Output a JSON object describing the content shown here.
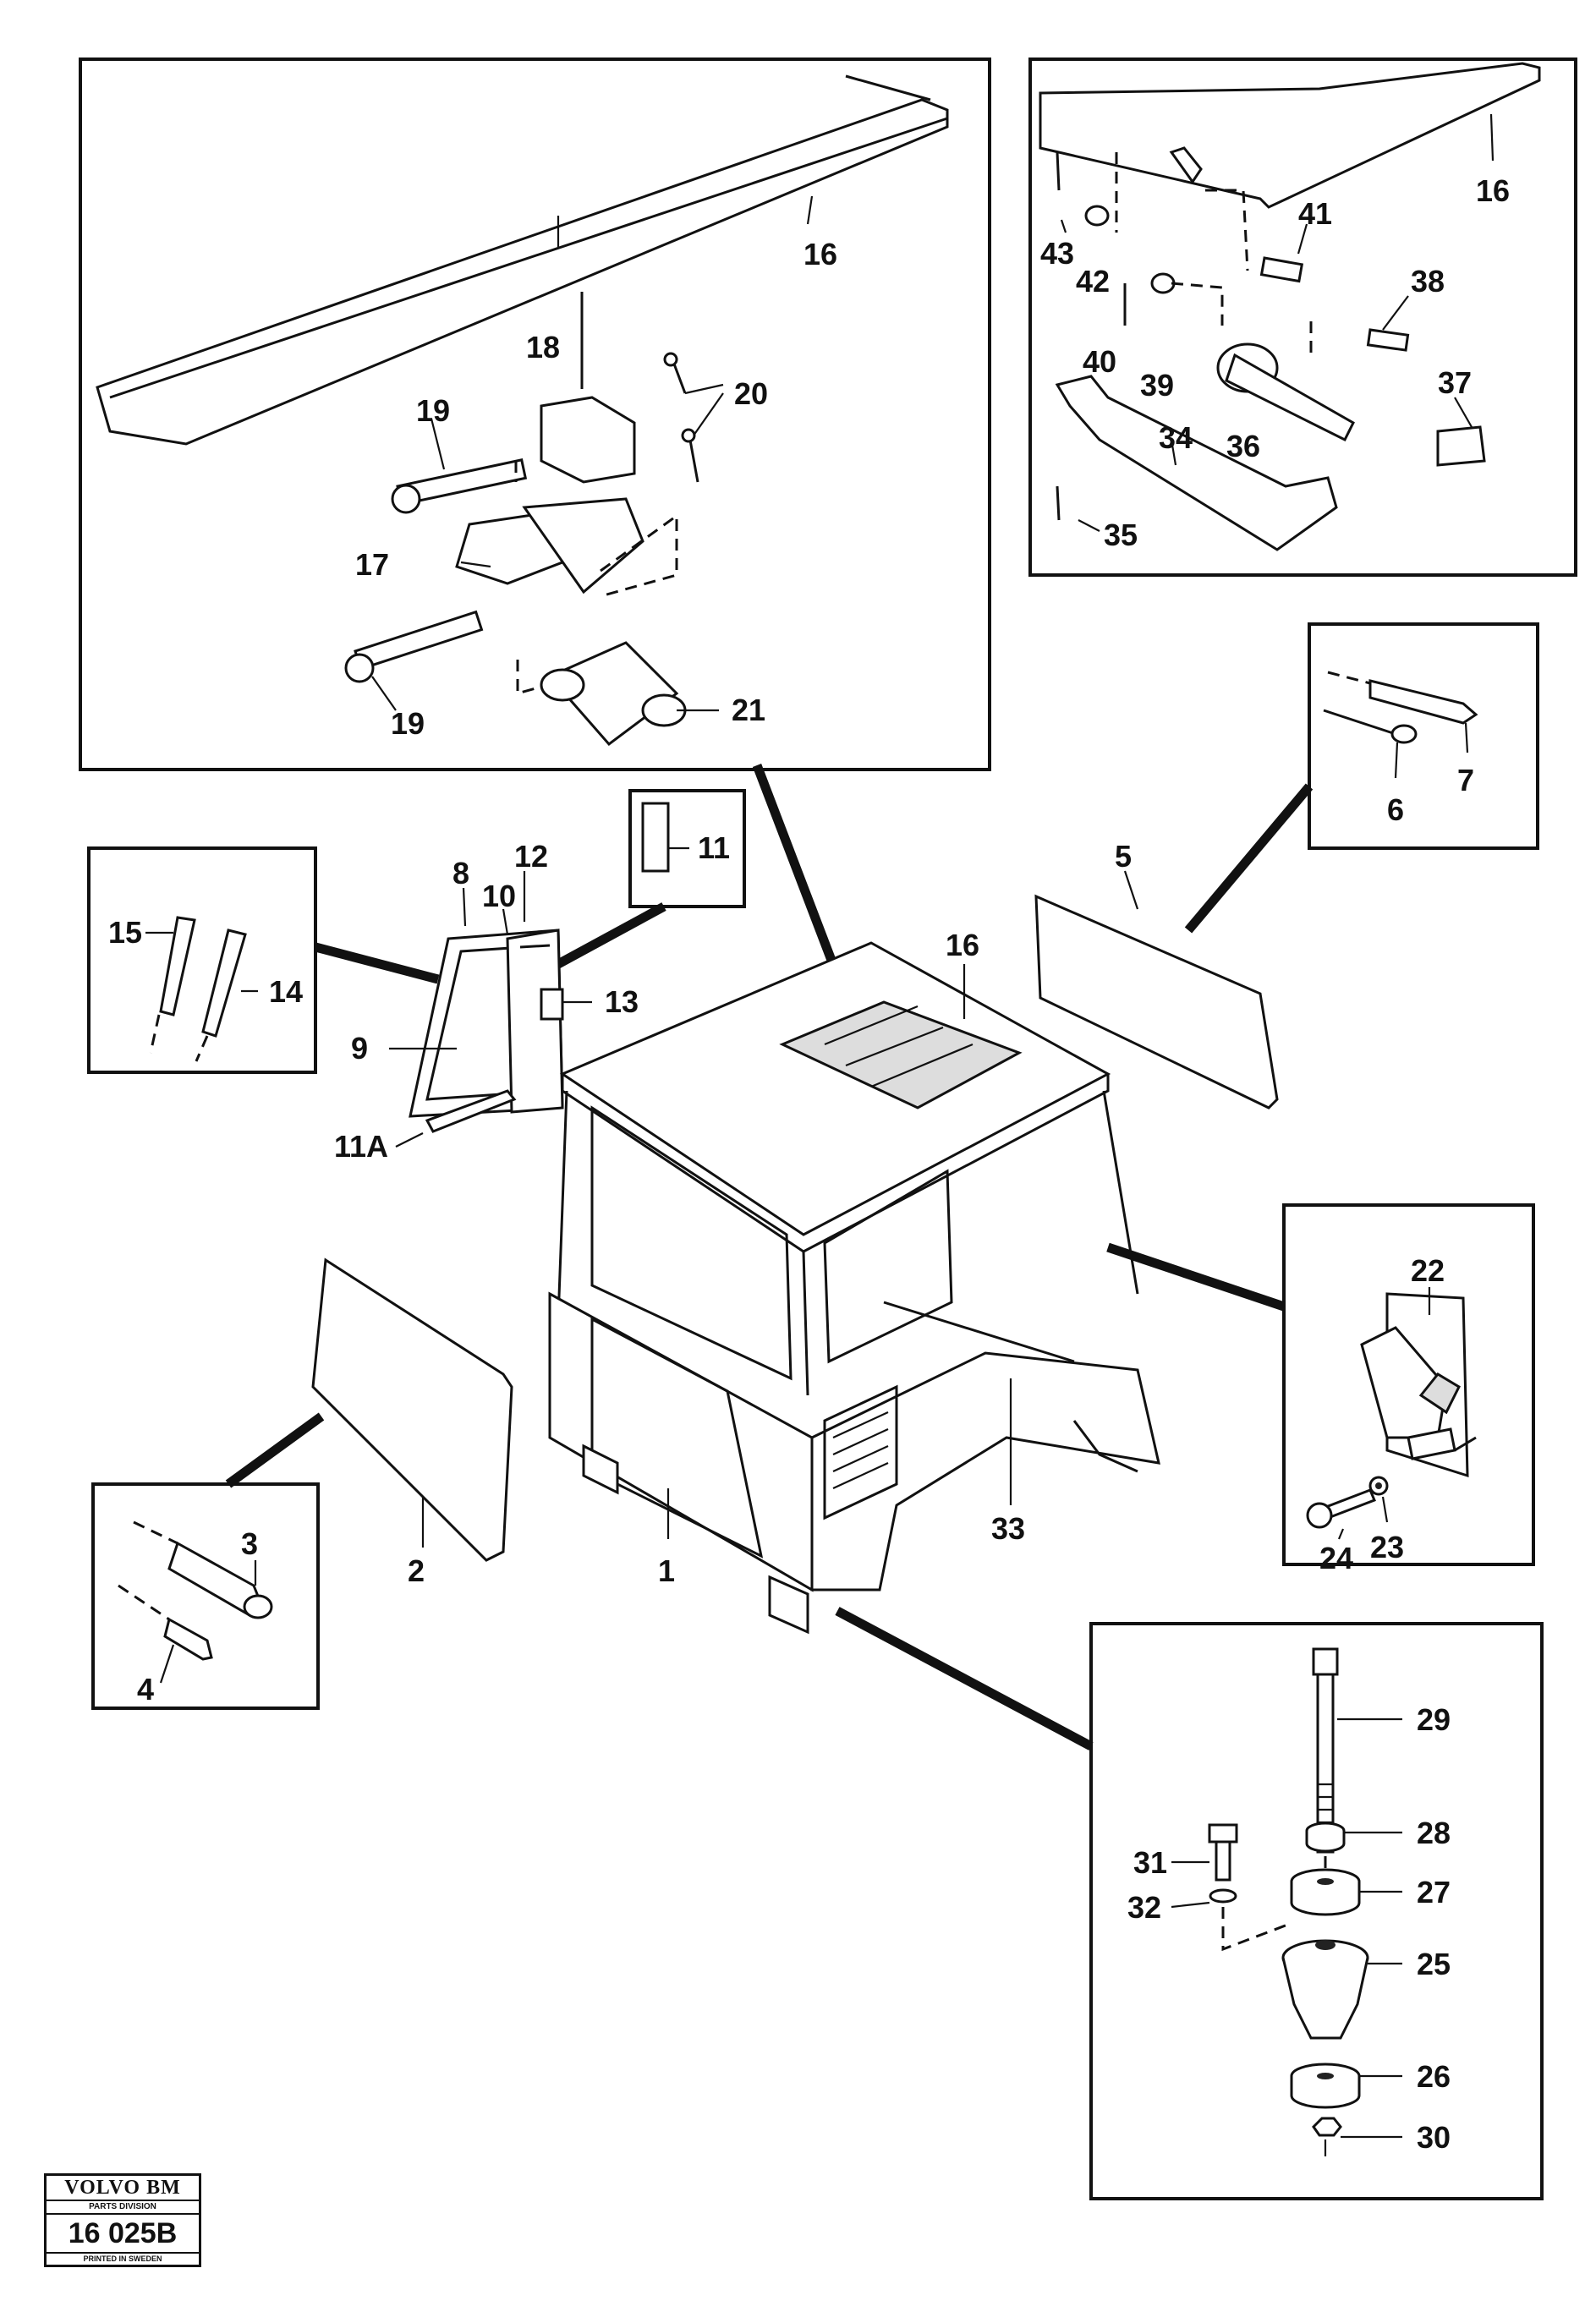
{
  "labels": {
    "l1": "1",
    "l2": "2",
    "l3": "3",
    "l4": "4",
    "l5": "5",
    "l6": "6",
    "l7": "7",
    "l8": "8",
    "l9": "9",
    "l10": "10",
    "l11": "11",
    "l11a": "11A",
    "l12": "12",
    "l13": "13",
    "l14": "14",
    "l15": "15",
    "l16_top": "16",
    "l16_hinge": "16",
    "l16_cab": "16",
    "l17": "17",
    "l18": "18",
    "l19_top": "19",
    "l19_bottom": "19",
    "l20": "20",
    "l21": "21",
    "l22": "22",
    "l23": "23",
    "l24": "24",
    "l25": "25",
    "l26": "26",
    "l27": "27",
    "l28": "28",
    "l29": "29",
    "l30": "30",
    "l31": "31",
    "l32": "32",
    "l33": "33",
    "l34": "34",
    "l35": "35",
    "l36": "36",
    "l37": "37",
    "l38": "38",
    "l39": "39",
    "l40": "40",
    "l41": "41",
    "l42": "42",
    "l43": "43"
  },
  "logo": {
    "brand": "VOLVO BM",
    "division": "PARTS DIVISION",
    "code": "16 025B",
    "printed": "PRINTED IN SWEDEN"
  },
  "colors": {
    "ink": "#111111",
    "paper": "#ffffff"
  }
}
